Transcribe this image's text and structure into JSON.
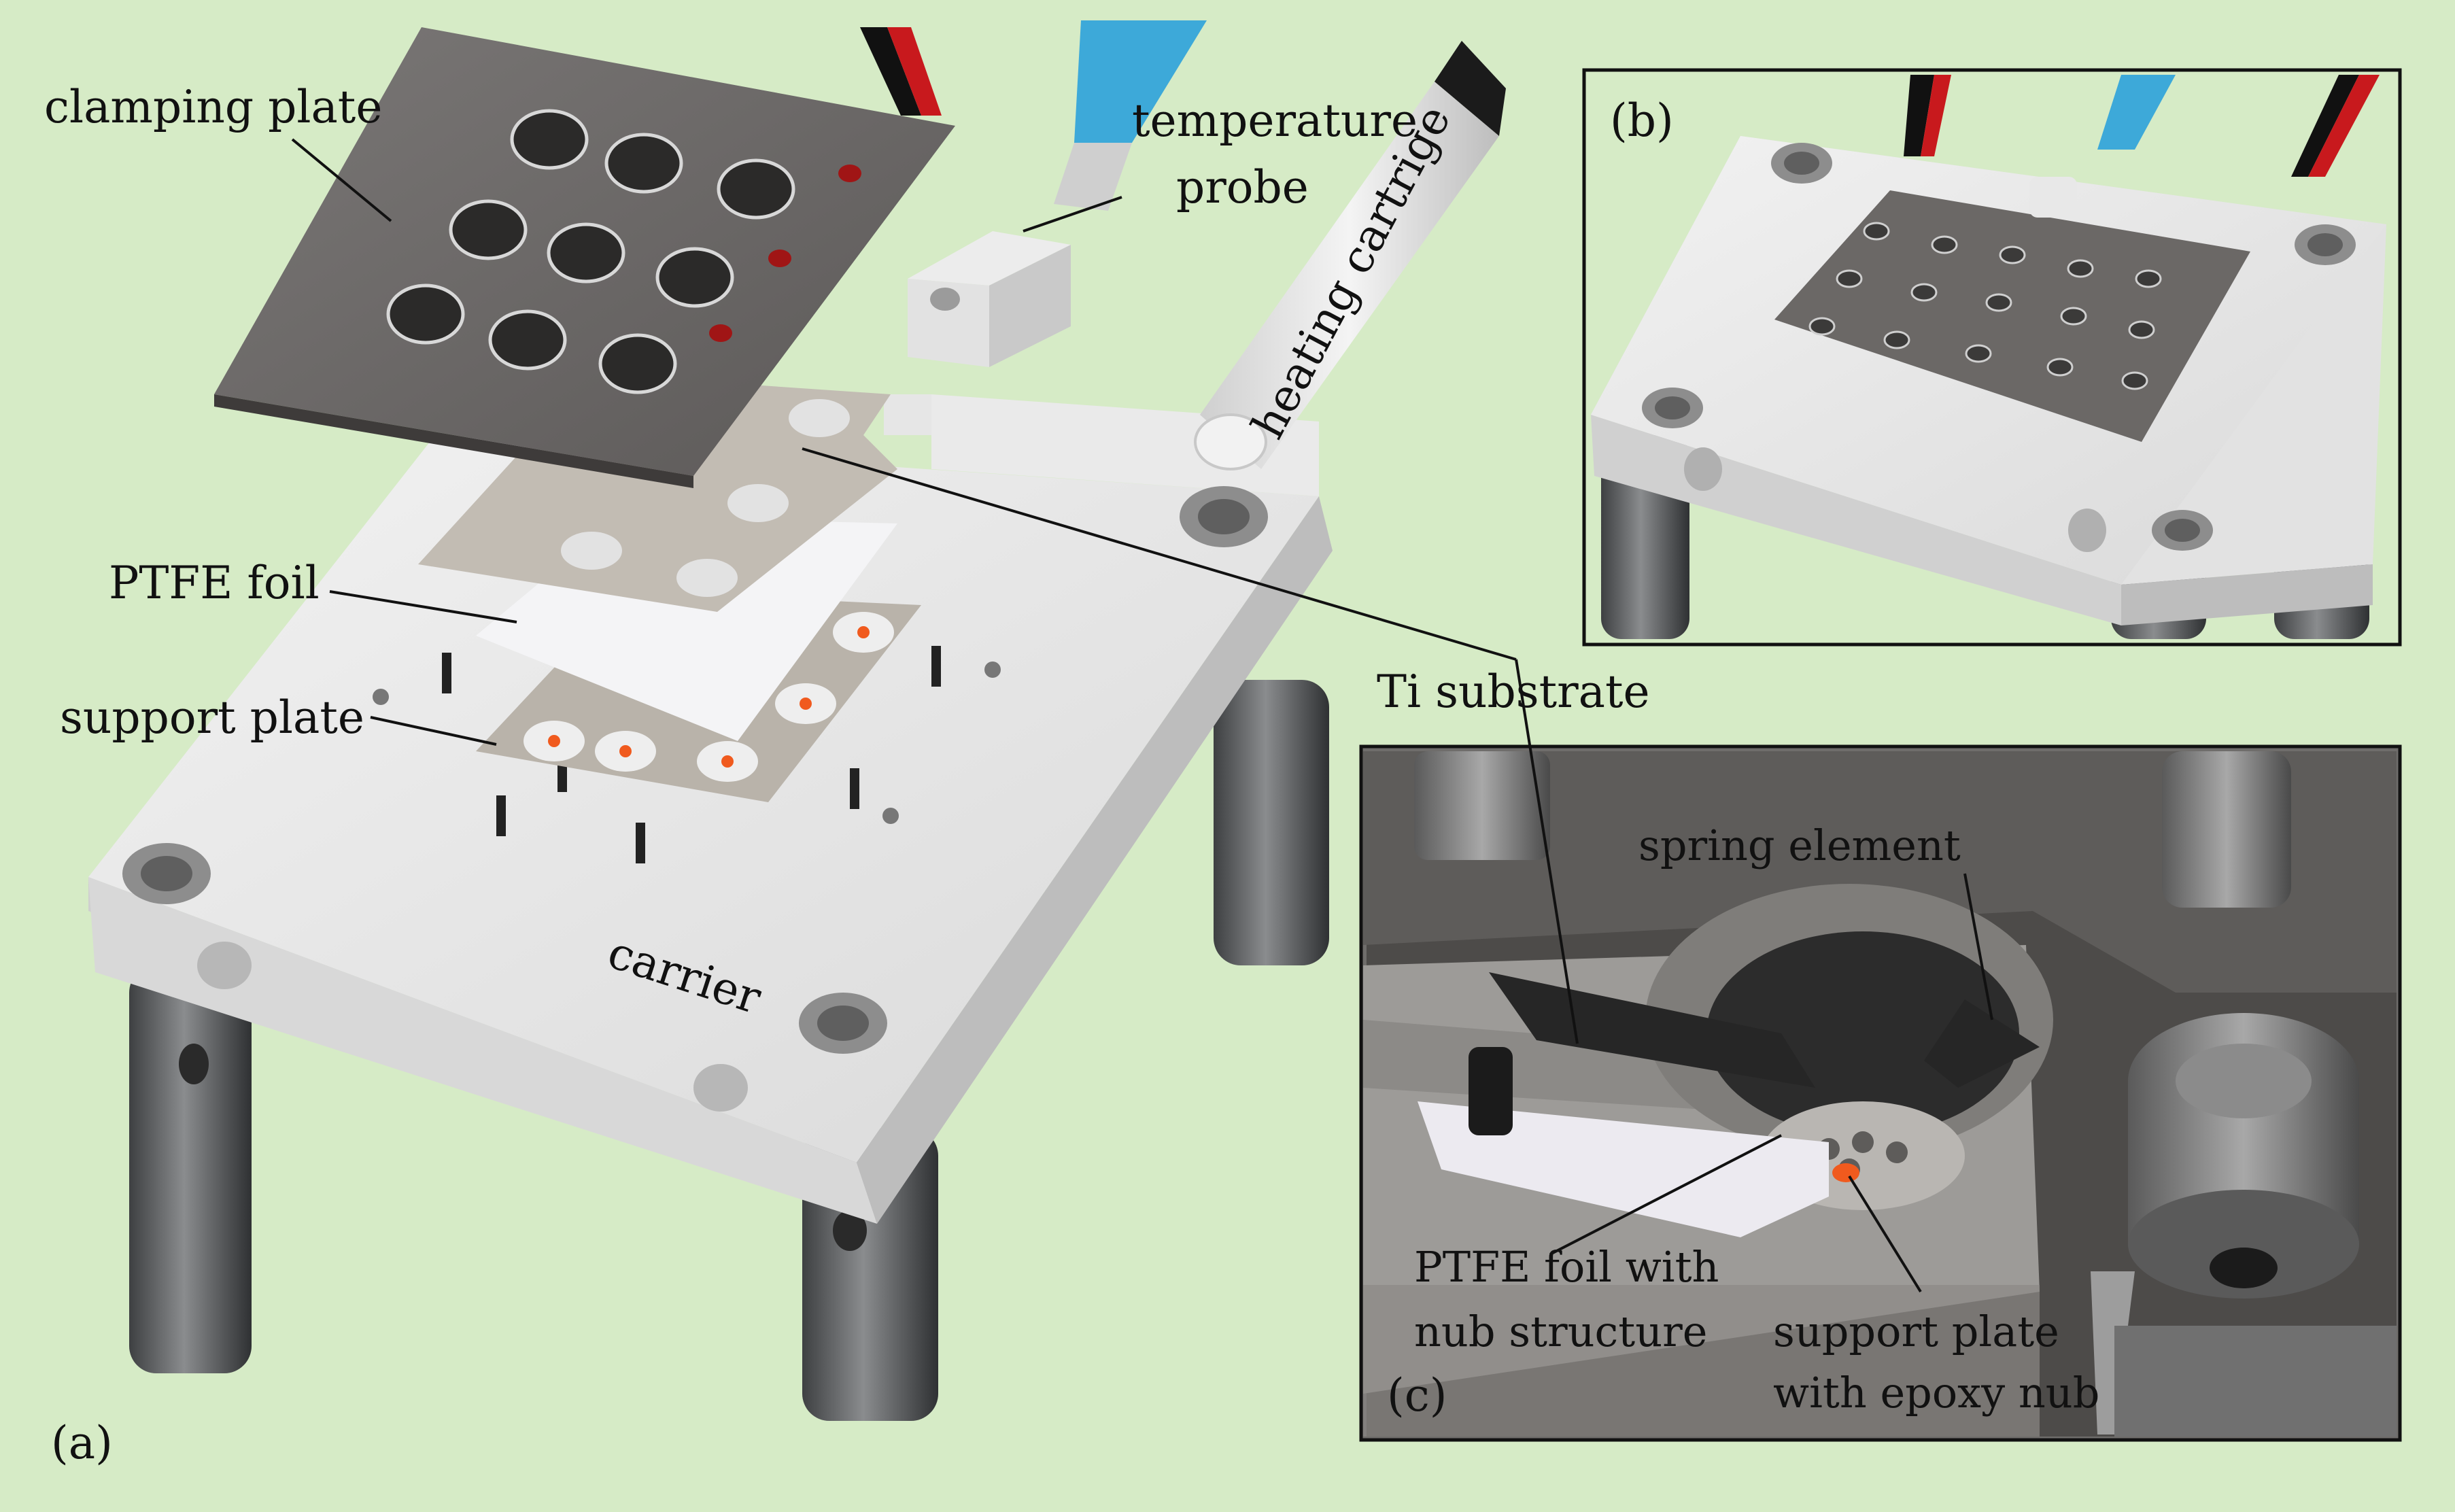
{
  "colors": {
    "background": "#d6ebc6",
    "plate_dark": "#6b6866",
    "aluminum": "#e3e3e3",
    "leg": "#56585a",
    "probe_blue": "#3da9d9",
    "wire_red": "#c8191d",
    "epoxy": "#f05a1e"
  },
  "panel_a": {
    "panel_label": "(a)",
    "labels": {
      "clamping_plate": "clamping plate",
      "temperature_probe_line1": "temperature",
      "temperature_probe_line2": "probe",
      "heating_cartridge": "heating cartrige",
      "ptfe_foil": "PTFE foil",
      "support_plate": "support plate",
      "ti_substrate": "Ti substrate",
      "carrier": "carrier"
    }
  },
  "panel_b": {
    "panel_label": "(b)"
  },
  "panel_c": {
    "panel_label": "(c)",
    "labels": {
      "spring_element": "spring element",
      "ptfe_nub_line1": "PTFE foil with",
      "ptfe_nub_line2": "nub structure",
      "support_epoxy_line1": "support plate",
      "support_epoxy_line2": "with epoxy nub"
    }
  }
}
